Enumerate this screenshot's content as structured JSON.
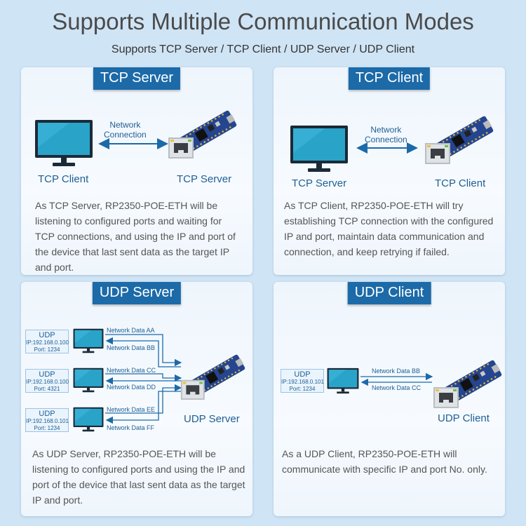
{
  "header": {
    "title": "Supports Multiple Communication Modes",
    "subtitle": "Supports TCP Server / TCP Client / UDP Server / UDP Client"
  },
  "panels": {
    "tcp_server": {
      "tag": "TCP Server",
      "connection_label": "Network\nConnection",
      "left_label": "TCP Client",
      "right_label": "TCP Server",
      "description": "As TCP Server, RP2350-POE-ETH will be listening to configured ports and waiting for TCP connections, and using the IP and port of the device that last sent data as the target IP and port."
    },
    "tcp_client": {
      "tag": "TCP Client",
      "connection_label": "Network\nConnection",
      "left_label": "TCP Server",
      "right_label": "TCP Client",
      "description": "As TCP Client, RP2350-POE-ETH will try establishing TCP connection with the configured IP and port, maintain data communication and connection, and keep retrying if failed."
    },
    "udp_server": {
      "tag": "UDP Server",
      "device_label": "UDP Server",
      "clients": [
        {
          "name": "UDP",
          "ip": "IP:192.168.0.100",
          "port": "Port:  1234",
          "out": "Network Data AA",
          "in": "Network Data BB"
        },
        {
          "name": "UDP",
          "ip": "IP:192.168.0.100",
          "port": "Port:  4321",
          "out": "Network Data CC",
          "in": "Network Data DD"
        },
        {
          "name": "UDP",
          "ip": "IP:192.168.0.101",
          "port": "Port:  1234",
          "out": "Network Data EE",
          "in": "Network Data FF"
        }
      ],
      "description": "As UDP Server, RP2350-POE-ETH will be listening to configured ports and using the IP and port of the device that last sent data as the target IP and port."
    },
    "udp_client": {
      "tag": "UDP Client",
      "device_label": "UDP Client",
      "peer": {
        "name": "UDP",
        "ip": "IP:192.168.0.101",
        "port": "Port:  1234"
      },
      "out": "Network Data BB",
      "in": "Network Data CC",
      "description": "As a UDP Client, RP2350-POE-ETH will communicate with specific IP and port No. only."
    }
  },
  "colors": {
    "tag_bg": "#1c6aa8",
    "arrow": "#1c6aa8",
    "monitor_screen": "#2aa3c9",
    "board": "#24458f"
  },
  "icons": [
    "monitor-icon",
    "board-icon",
    "double-arrow-icon"
  ]
}
